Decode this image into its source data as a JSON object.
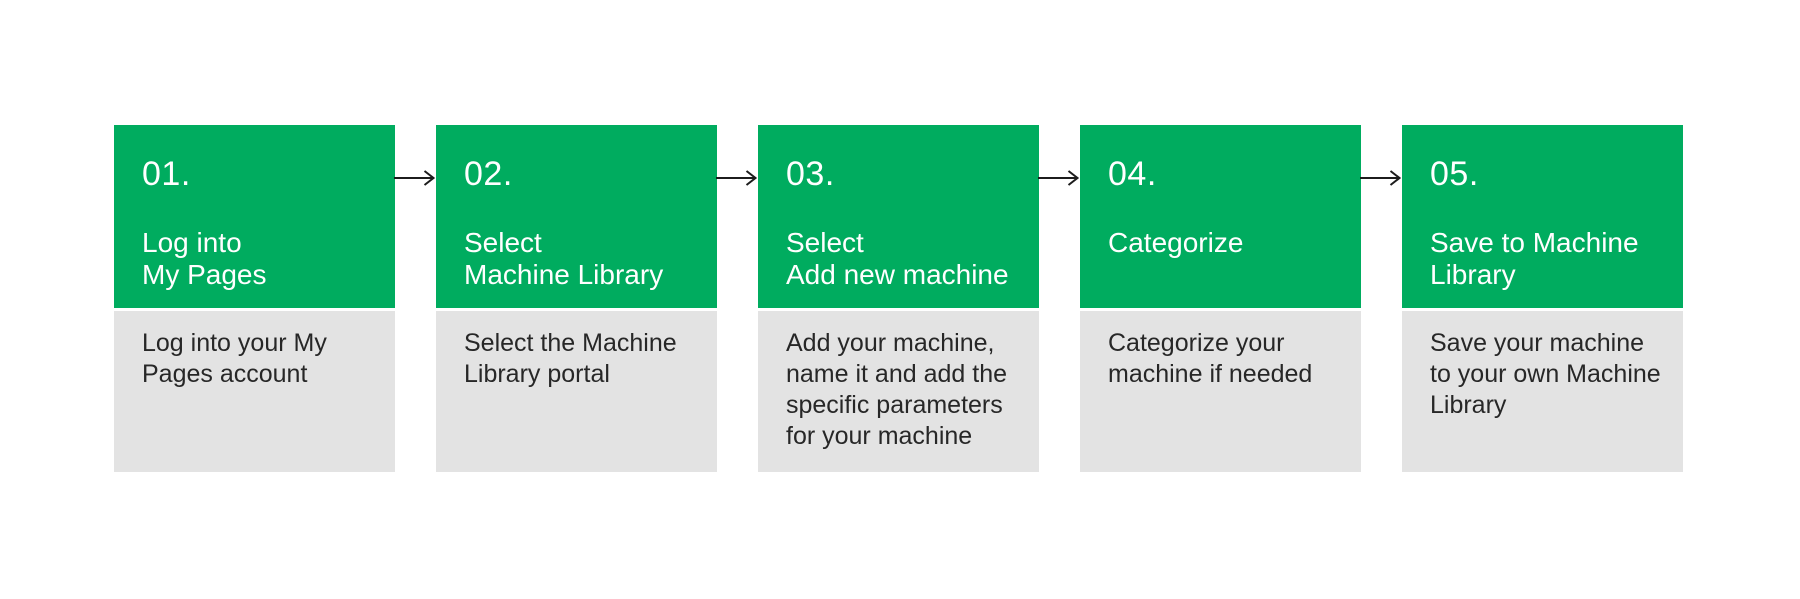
{
  "colors": {
    "green": "#00AC5F",
    "gray": "#E3E3E3",
    "text_dark": "#272727",
    "text_light": "#FFFFFF",
    "arrow": "#1C1C1C",
    "background": "#FFFFFF"
  },
  "steps": [
    {
      "number": "01.",
      "title": "Log into\nMy Pages",
      "description": "Log into your My\nPages account"
    },
    {
      "number": "02.",
      "title": "Select\nMachine Library",
      "description": "Select the Machine\nLibrary portal"
    },
    {
      "number": "03.",
      "title": "Select\nAdd new machine",
      "description": "Add your machine,\nname it and add the\nspecific parameters\nfor your machine"
    },
    {
      "number": "04.",
      "title": "Categorize",
      "description": "Categorize your\nmachine if needed"
    },
    {
      "number": "05.",
      "title": "Save to Machine\nLibrary",
      "description": "Save your machine\nto your own Machine\nLibrary"
    }
  ]
}
